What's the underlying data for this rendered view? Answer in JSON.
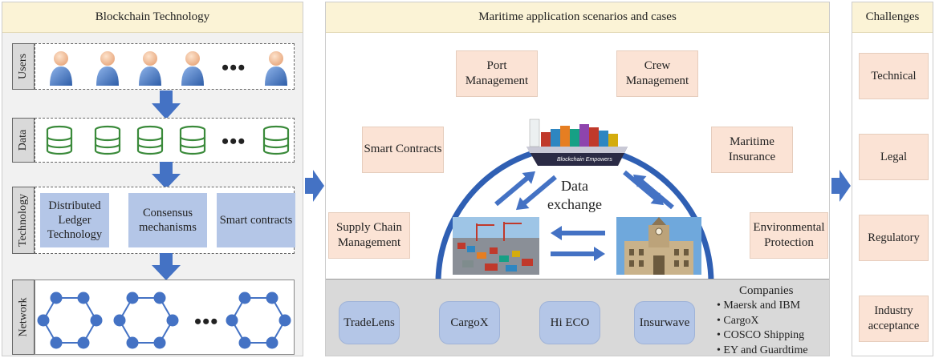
{
  "left_panel": {
    "title": "Blockchain Technology",
    "rows": {
      "users": "Users",
      "data": "Data",
      "technology": "Technology",
      "network": "Network"
    },
    "ellipsis": "•••",
    "technology_boxes": [
      "Distributed Ledger Technology",
      "Consensus mechanisms",
      "Smart contracts"
    ]
  },
  "middle_panel": {
    "title": "Maritime application scenarios and cases",
    "scenarios": {
      "port": "Port Management",
      "crew": "Crew Management",
      "smart": "Smart Contracts",
      "insurance": "Maritime Insurance",
      "supply": "Supply Chain Management",
      "environment": "Environmental Protection"
    },
    "center_label": "Data exchange",
    "ship_text": "Blockchain Empowers",
    "platforms": [
      "TradeLens",
      "CargoX",
      "Hi ECO",
      "Insurwave"
    ],
    "companies_title": "Companies",
    "companies": [
      "Maersk and IBM",
      "CargoX",
      "COSCO Shipping",
      "EY and Guardtime"
    ]
  },
  "right_panel": {
    "title": "Challenges",
    "items": [
      "Technical",
      "Legal",
      "Regulatory",
      "Industry acceptance"
    ]
  },
  "colors": {
    "arrow_blue": "#4472c4",
    "tech_box_blue": "#b4c6e7",
    "peach": "#fbe3d5",
    "title_yellow": "#fbf3d6",
    "database_green": "#3a8a3a",
    "node_blue": "#4472c4",
    "circle_blue": "#2f5fb3"
  }
}
